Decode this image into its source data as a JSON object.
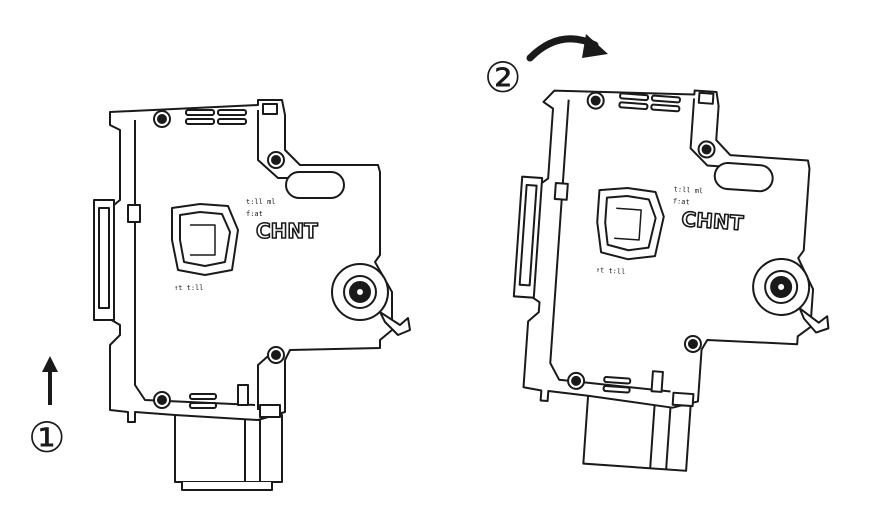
{
  "diagram": {
    "brand": "CHNT",
    "steps": [
      {
        "marker": "①",
        "action": "push-up"
      },
      {
        "marker": "②",
        "action": "rotate"
      }
    ],
    "panel_texts": [
      "t:ll ml",
      "f:at",
      "↑t t:ll"
    ],
    "colors": {
      "stroke": "#1a1a1a",
      "fill": "#ffffff",
      "arrow": "#1a1a1a"
    }
  }
}
